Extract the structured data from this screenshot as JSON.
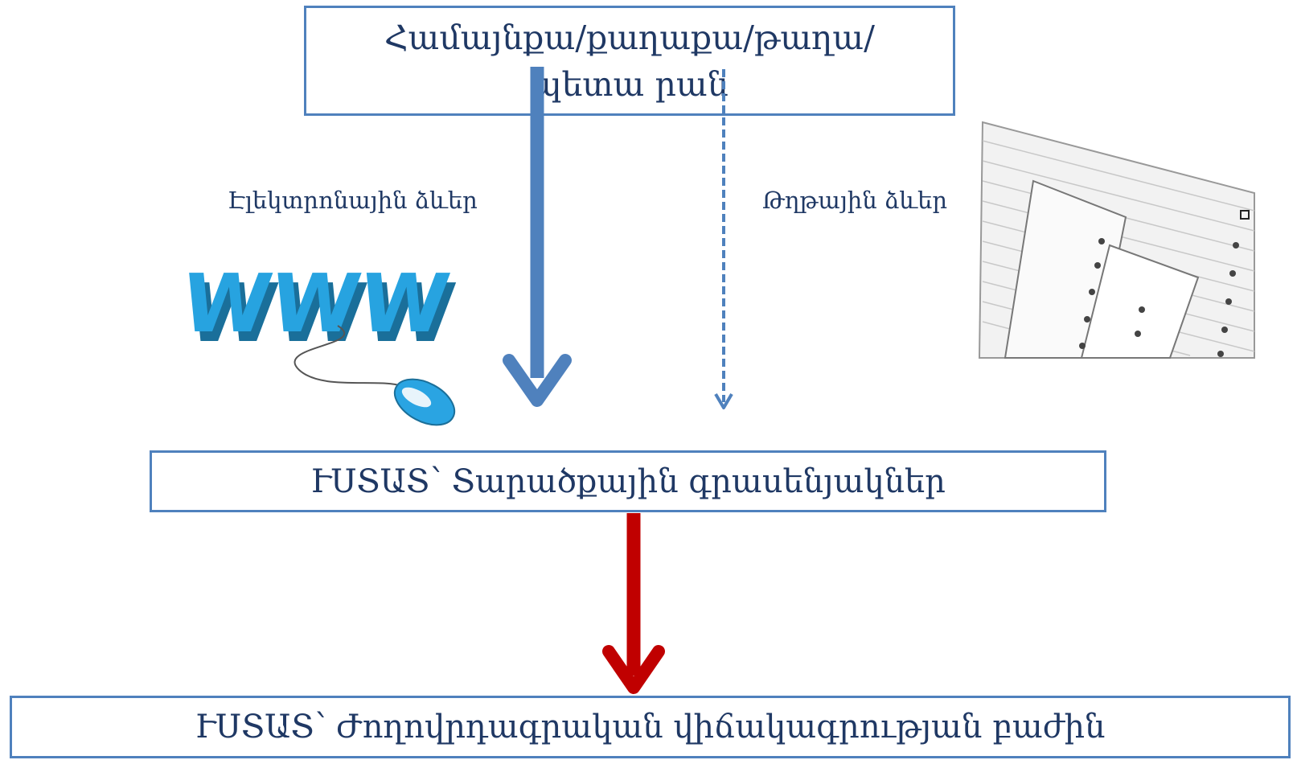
{
  "diagram": {
    "top_box": {
      "text": "Համայնքա/քաղաքա/թաղա/պետա րան"
    },
    "middle_box": {
      "text": "ՒՍՏԱՏ՝ Տարածքային գրասենյակներ"
    },
    "bottom_box": {
      "text": "ՒՍՏԱՏ՝ Ժողովրդագրական վիճակագրության բաժին"
    },
    "left_label": {
      "text": "Էլեկտրոնային ձևեր"
    },
    "right_label": {
      "text": "Թղթային ձևեր"
    },
    "www_logo": {
      "text": "WWW"
    },
    "colors": {
      "box_border": "#4f81bd",
      "text": "#1f3864",
      "electronic_arrow": "#4f81bd",
      "paper_arrow": "#4f81bd",
      "lower_arrow": "#c00000",
      "www_blue": "#27a3e0"
    },
    "icons": [
      "www-mouse-icon",
      "paper-forms-icon"
    ]
  }
}
